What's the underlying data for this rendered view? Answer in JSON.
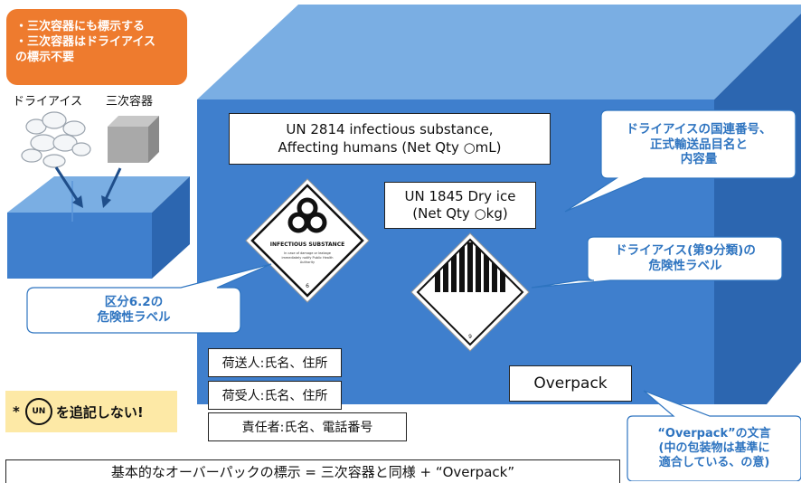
{
  "note_orange": [
    "・三次容器にも標示する",
    "・三次容器はドライアイス",
    "の標示不要"
  ],
  "small_labels": {
    "dry_ice": "ドライアイス",
    "tertiary": "三次容器"
  },
  "un2814": [
    "UN 2814  infectious substance,",
    "Affecting humans (Net Qty ○mL)"
  ],
  "un1845": [
    "UN 1845 Dry ice",
    "(Net Qty ○kg)"
  ],
  "callout_dryice_un": [
    "ドライアイスの国連番号、",
    "正式輸送品目名と",
    "内容量"
  ],
  "callout_class9": [
    "ドライアイス(第9分類)の",
    "危険性ラベル"
  ],
  "callout_class62": [
    "区分6.2の",
    "危険性ラベル"
  ],
  "callout_overpack": [
    "“Overpack”の文言",
    "(中の包装物は基準に",
    "適合している、の意)"
  ],
  "shipper": "荷送人:氏名、住所",
  "consignee": "荷受人:氏名、住所",
  "responsible": "責任者:氏名、電話番号",
  "overpack_label": "Overpack",
  "un_note_prefix": "*",
  "un_note_symbol": "UN",
  "un_note_suffix": "を追記しない!",
  "bottom_caption": "基本的なオーバーパックの標示 = 三次容器と同様 + “Overpack”",
  "infectious_label": {
    "title": "INFECTIOUS SUBSTANCE",
    "class": "6"
  },
  "class9_label": {
    "class": "9"
  },
  "colors": {
    "box_front": "#3f7fcd",
    "box_top": "#7aaee3",
    "box_side": "#2a64ad",
    "orange": "#ee7b2e",
    "callout_text": "#2e74c0",
    "note_bg": "#fde9a6"
  }
}
